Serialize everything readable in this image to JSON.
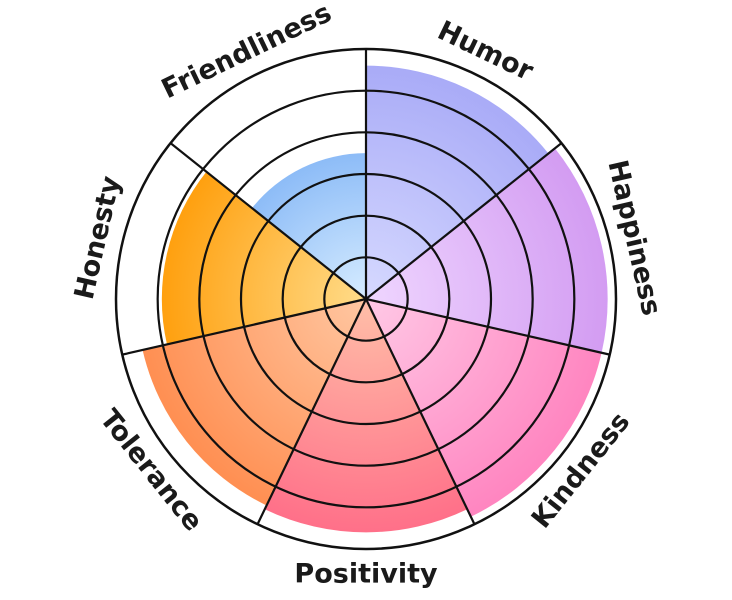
{
  "chart_data": {
    "type": "polar-area",
    "title": "",
    "max_value": 6,
    "grid_rings": [
      1,
      2,
      3,
      4,
      5
    ],
    "categories": [
      "Humor",
      "Happiness",
      "Kindness",
      "Positivity",
      "Tolerance",
      "Honesty",
      "Friendliness"
    ],
    "values": [
      5.6,
      5.8,
      5.8,
      5.6,
      5.5,
      4.9,
      3.5
    ],
    "colors": [
      [
        "#d6d9ff",
        "#a9abf7"
      ],
      [
        "#efd6ff",
        "#d39cf2"
      ],
      [
        "#ffc9e6",
        "#ff85c0"
      ],
      [
        "#ffbfa8",
        "#ff7089"
      ],
      [
        "#ffc7a2",
        "#ff8f52"
      ],
      [
        "#ffdc8a",
        "#ffa00f"
      ],
      [
        "#d6ecff",
        "#8dbcf7"
      ]
    ]
  }
}
